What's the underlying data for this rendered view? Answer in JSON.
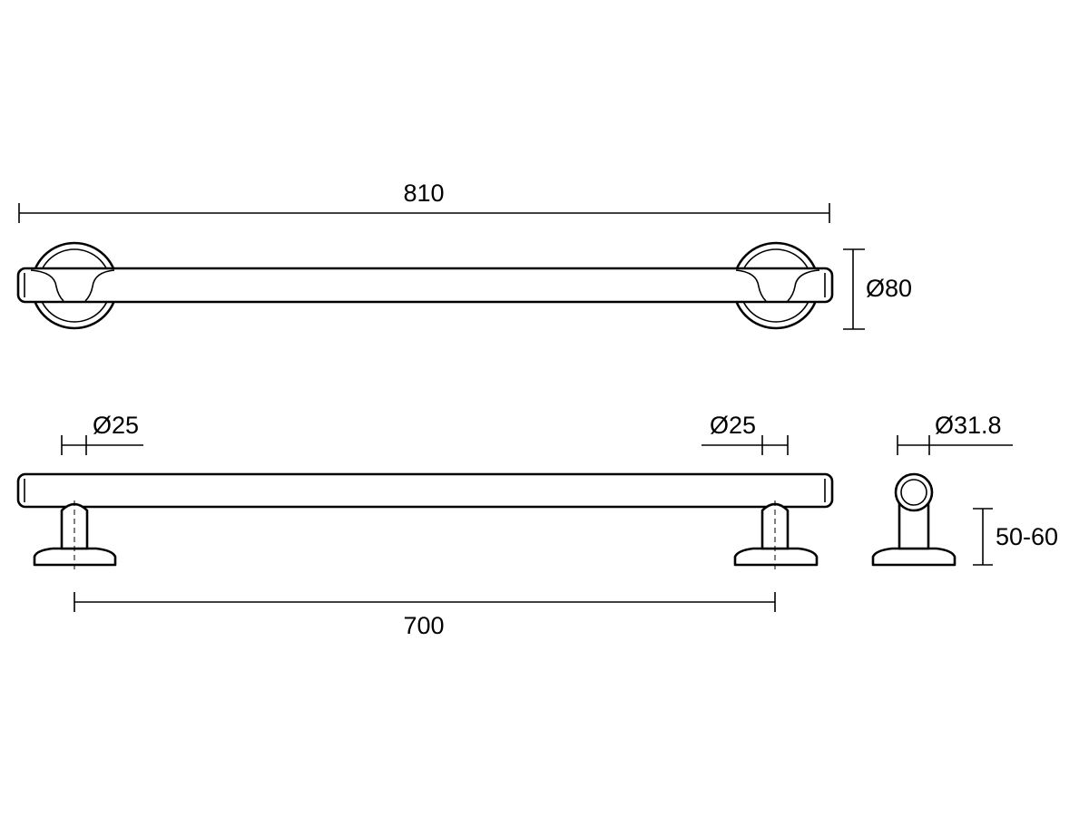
{
  "dimensions": {
    "overall_length": "810",
    "rosette_diameter": "Ø80",
    "post_diameter_left": "Ø25",
    "post_diameter_right": "Ø25",
    "center_distance": "700",
    "tube_diameter": "Ø31.8",
    "wall_projection": "50-60"
  }
}
